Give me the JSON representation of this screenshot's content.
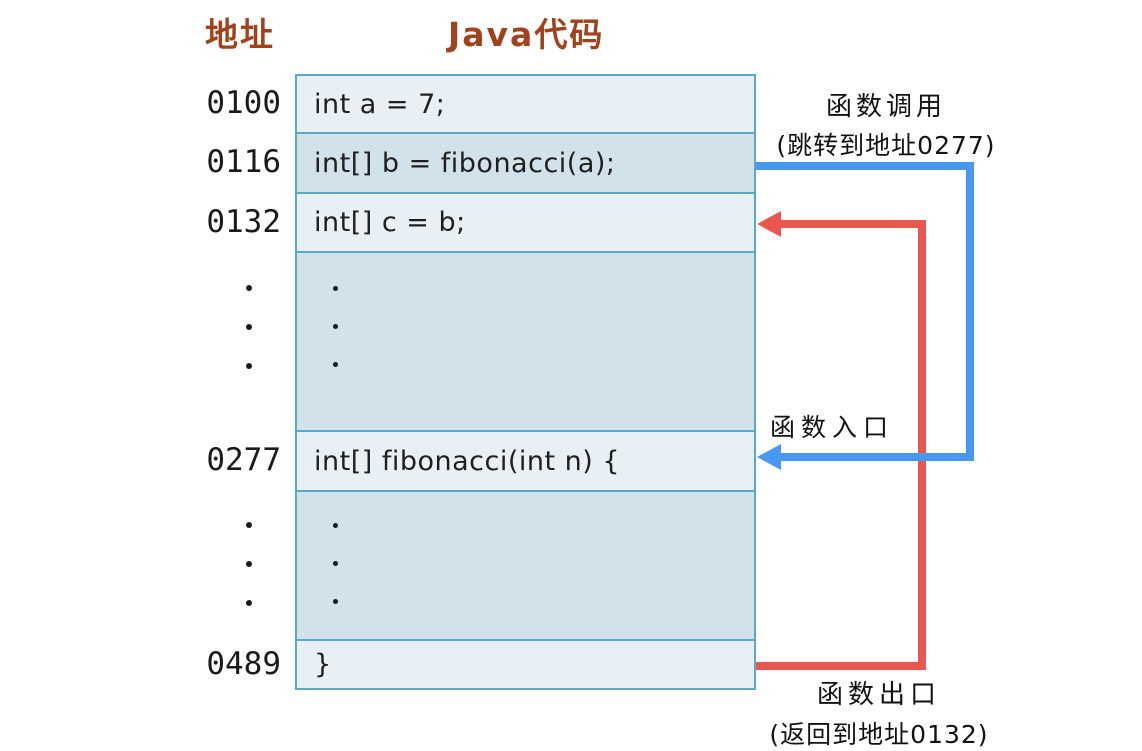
{
  "titles": {
    "address": "地址",
    "java_code": "Java代码",
    "color": "#a0421c"
  },
  "table": {
    "border_color": "#57aac9",
    "row_light_bg": "#e8f0f5",
    "row_dark_bg": "#d2e2ea",
    "rows": [
      {
        "type": "code",
        "address": "0100",
        "code": "int a = 7;"
      },
      {
        "type": "code",
        "address": "0116",
        "code": "int[] b = fibonacci(a);"
      },
      {
        "type": "code",
        "address": "0132",
        "code": "int[] c = b;"
      },
      {
        "type": "dots",
        "address": "···",
        "code": "···"
      },
      {
        "type": "code",
        "address": "0277",
        "code": "int[] fibonacci(int n) {"
      },
      {
        "type": "dots",
        "address": "···",
        "code": "···"
      },
      {
        "type": "code",
        "address": "0489",
        "code": "}"
      }
    ]
  },
  "annotations": {
    "call": {
      "line1": "函数调用",
      "line2": "(跳转到地址0277)",
      "arrow_color": "#4897f0"
    },
    "entry": {
      "label": "函数入口",
      "arrow_color": "#4897f0"
    },
    "exit": {
      "line1": "函数出口",
      "line2": "(返回到地址0132)",
      "arrow_color": "#ea5751"
    }
  }
}
